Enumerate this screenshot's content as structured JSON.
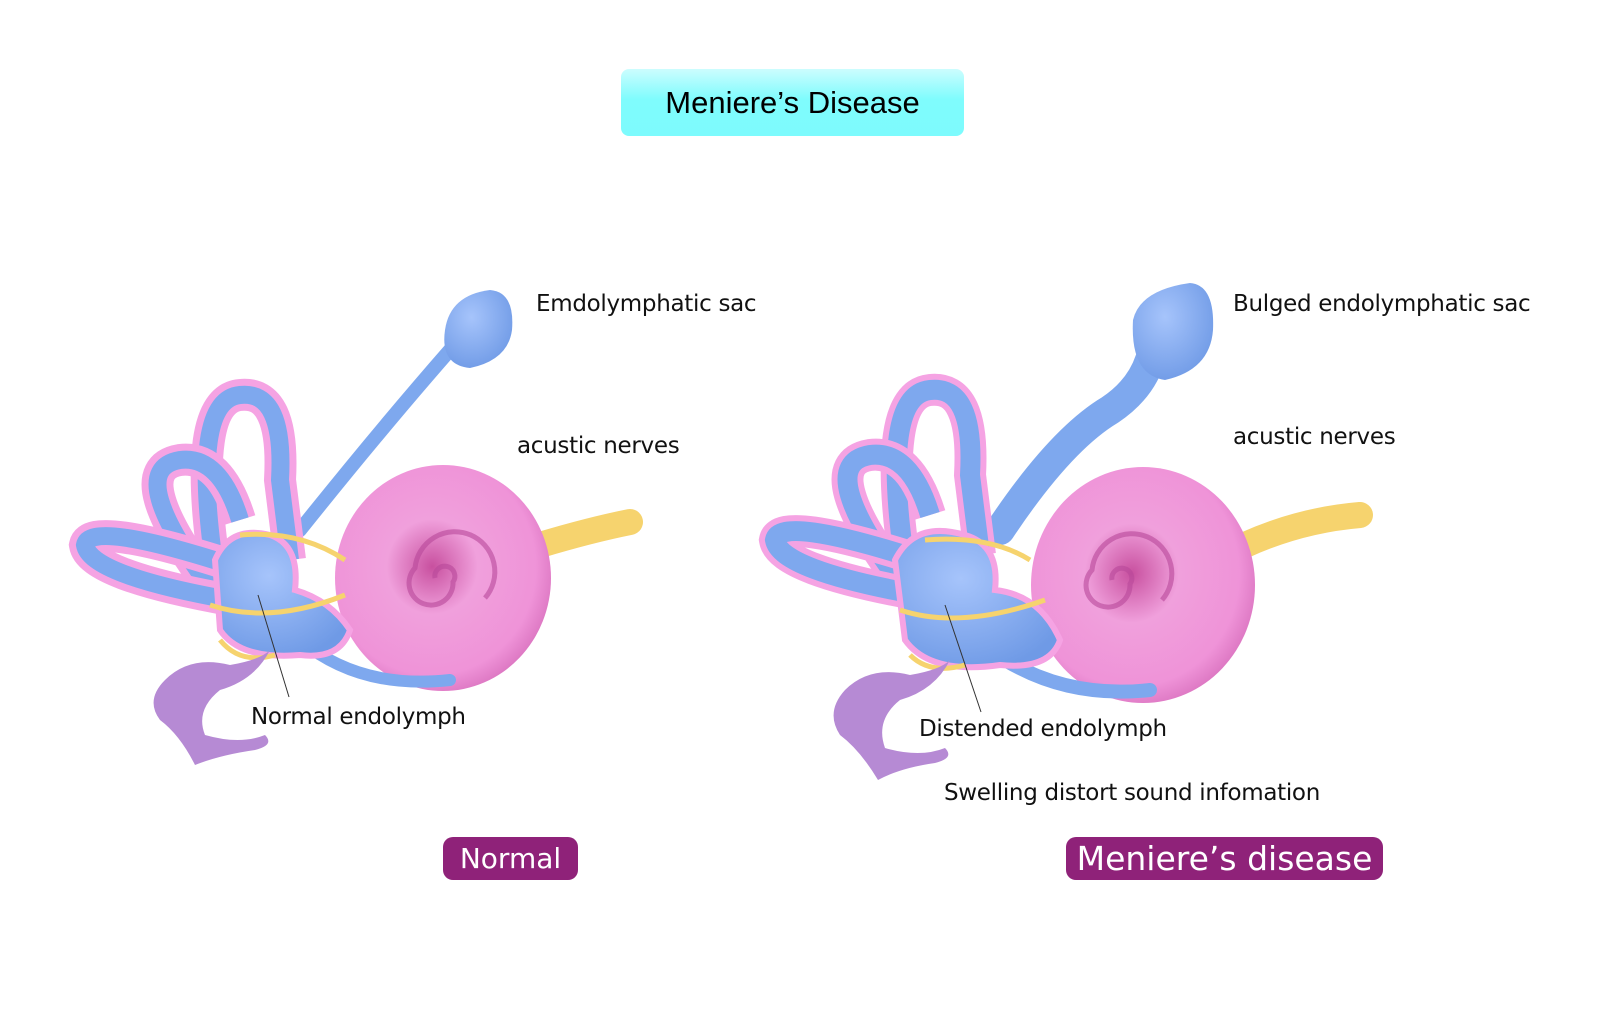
{
  "title": "Meniere’s Disease",
  "normal": {
    "sac_label": "Emdolymphatic sac",
    "nerve_label": "acustic nerves",
    "endolymph_label": "Normal endolymph",
    "badge": "Normal"
  },
  "disease": {
    "sac_label": "Bulged endolymphatic sac",
    "nerve_label": "acustic nerves",
    "endolymph_label": "Distended endolymph",
    "swelling_label": "Swelling distort sound infomation",
    "badge": "Meniere’s disease"
  },
  "colors": {
    "title_bg": "#7ffcfd",
    "badge": "#8f2279",
    "endolymph_blue": "#7ea8ee",
    "cochlea_pink": "#ee93d6",
    "nerve_yellow": "#f6d36e",
    "purple": "#b68ad4"
  }
}
